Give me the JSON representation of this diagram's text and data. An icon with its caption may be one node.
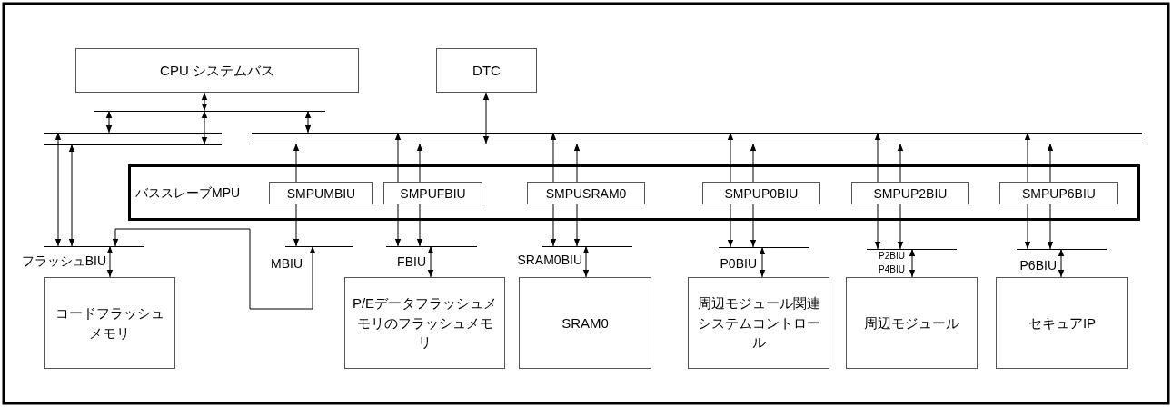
{
  "diagram": {
    "nodes": [
      {
        "text": [
          "CPU システムバス"
        ]
      },
      {
        "text": [
          "DTC"
        ]
      },
      {
        "text": [],
        "shape": "bar"
      },
      {
        "text": [],
        "shape": "bar"
      },
      {
        "text": [],
        "shape": "bar"
      },
      {
        "text": [],
        "shape": "bar"
      },
      {
        "text": [],
        "shape": "bar"
      },
      {
        "text": [
          "バススレーブMPU"
        ]
      },
      {
        "text": [
          "SMPUMBIU"
        ],
        "in": 7
      },
      {
        "text": [
          "SMPUFBIU"
        ],
        "in": 7
      },
      {
        "text": [
          "SMPUSRAM0"
        ],
        "in": 7
      },
      {
        "text": [
          "SMPUP0BIU"
        ],
        "in": 7
      },
      {
        "text": [
          "SMPUP2BIU"
        ],
        "in": 7
      },
      {
        "text": [
          "SMPUP6BIU"
        ],
        "in": 7
      },
      {
        "text": [],
        "shape": "bar",
        "beside": [
          "フラッシュBIU"
        ]
      },
      {
        "text": [],
        "shape": "bar",
        "beside": [
          "MBIU"
        ]
      },
      {
        "text": [],
        "shape": "bar",
        "beside": [
          "FBIU"
        ]
      },
      {
        "text": [],
        "shape": "bar",
        "beside": [
          "SRAM0BIU"
        ]
      },
      {
        "text": [],
        "shape": "bar",
        "beside": [
          "P0BIU"
        ]
      },
      {
        "text": [],
        "shape": "bar",
        "beside": [
          "P2BIU",
          "P4BIU"
        ]
      },
      {
        "text": [],
        "shape": "bar",
        "beside": [
          "P6BIU"
        ]
      },
      {
        "text": [
          "コードフラッシュメモリ"
        ]
      },
      {
        "text": [
          "P/Eデータフラッシュメモリのフラッシュメモリ"
        ]
      },
      {
        "text": [
          "SRAM0"
        ]
      },
      {
        "text": [
          "周辺モジュール関連システムコントロール"
        ]
      },
      {
        "text": [
          "周辺モジュール"
        ]
      },
      {
        "text": [
          "セキュアIP"
        ]
      }
    ],
    "edges": [
      {
        "from": 0,
        "to": 2,
        "arrow": "both"
      },
      {
        "from": 2,
        "to": 3,
        "arrow": "both"
      },
      {
        "from": 2,
        "to": 4,
        "arrow": "both"
      },
      {
        "from": 2,
        "to": 5,
        "arrow": "both"
      },
      {
        "from": 1,
        "to": 6,
        "arrow": "both"
      },
      {
        "from": 3,
        "to": 14,
        "arrow": "both"
      },
      {
        "from": 4,
        "to": 14,
        "arrow": "both"
      },
      {
        "from": 14,
        "to": 15,
        "arrow": "both"
      },
      {
        "from": 14,
        "to": 21,
        "arrow": "both"
      },
      {
        "from": 8,
        "to": 6,
        "arrow": "to"
      },
      {
        "from": 8,
        "to": 15,
        "arrow": "to"
      },
      {
        "from": 9,
        "to": 5,
        "arrow": "to"
      },
      {
        "from": 9,
        "to": 6,
        "arrow": "to"
      },
      {
        "from": 9,
        "to": 16,
        "arrow": "to"
      },
      {
        "from": 9,
        "to": 16,
        "arrow": "to"
      },
      {
        "from": 16,
        "to": 22,
        "arrow": "both"
      },
      {
        "from": 10,
        "to": 5,
        "arrow": "to"
      },
      {
        "from": 10,
        "to": 6,
        "arrow": "to"
      },
      {
        "from": 10,
        "to": 17,
        "arrow": "to"
      },
      {
        "from": 10,
        "to": 17,
        "arrow": "to"
      },
      {
        "from": 17,
        "to": 23,
        "arrow": "both"
      },
      {
        "from": 11,
        "to": 5,
        "arrow": "to"
      },
      {
        "from": 11,
        "to": 6,
        "arrow": "to"
      },
      {
        "from": 11,
        "to": 18,
        "arrow": "to"
      },
      {
        "from": 11,
        "to": 18,
        "arrow": "to"
      },
      {
        "from": 18,
        "to": 24,
        "arrow": "both"
      },
      {
        "from": 12,
        "to": 5,
        "arrow": "to"
      },
      {
        "from": 12,
        "to": 6,
        "arrow": "to"
      },
      {
        "from": 12,
        "to": 19,
        "arrow": "to"
      },
      {
        "from": 12,
        "to": 19,
        "arrow": "to"
      },
      {
        "from": 19,
        "to": 25,
        "arrow": "both"
      },
      {
        "from": 13,
        "to": 5,
        "arrow": "to"
      },
      {
        "from": 13,
        "to": 6,
        "arrow": "to"
      },
      {
        "from": 13,
        "to": 20,
        "arrow": "to"
      },
      {
        "from": 13,
        "to": 20,
        "arrow": "to"
      },
      {
        "from": 20,
        "to": 26,
        "arrow": "both"
      }
    ]
  }
}
